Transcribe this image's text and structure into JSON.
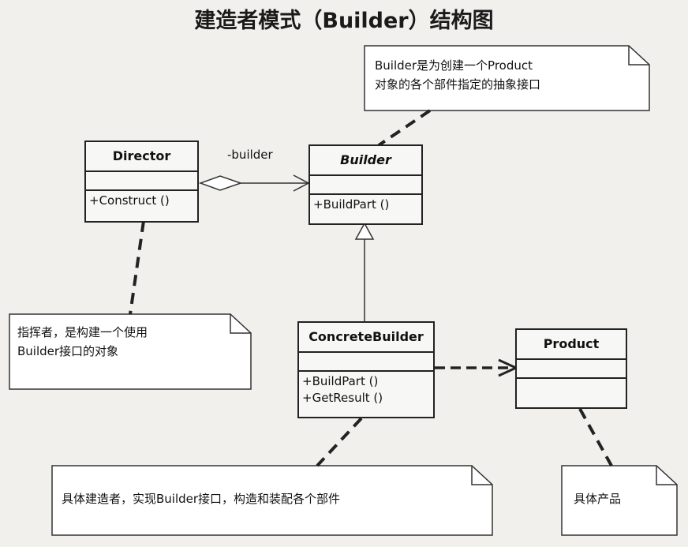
{
  "title": "建造者模式（Builder）结构图",
  "classes": {
    "director": {
      "name": "Director",
      "ops": [
        "+Construct ()"
      ]
    },
    "builder": {
      "name": "Builder",
      "ops": [
        "+BuildPart ()"
      ]
    },
    "concrete_builder": {
      "name": "ConcreteBuilder",
      "ops": [
        "+BuildPart ()",
        "+GetResult ()"
      ]
    },
    "product": {
      "name": "Product",
      "ops": []
    }
  },
  "association": {
    "label": "-builder"
  },
  "notes": {
    "builder_note": [
      "Builder是为创建一个Product",
      "对象的各个部件指定的抽象接口"
    ],
    "director_note": [
      "指挥者，是构建一个使用",
      "Builder接口的对象"
    ],
    "concrete_note": [
      "具体建造者，实现Builder接口，构造和装配各个部件"
    ],
    "product_note": [
      "具体产品"
    ]
  },
  "colors": {
    "background": "#f2f0ec",
    "line": "#222222",
    "note_fill": "#ffffff"
  }
}
